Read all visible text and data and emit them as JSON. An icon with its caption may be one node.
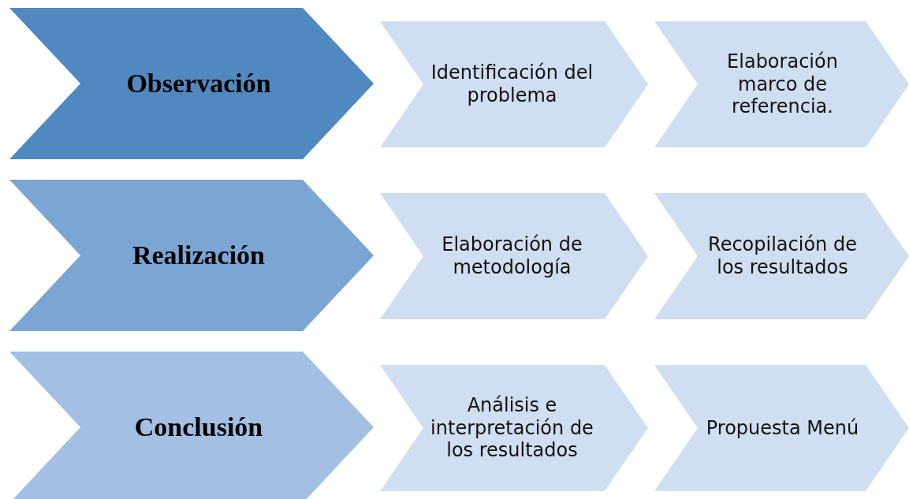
{
  "diagram": {
    "nodes": [
      {
        "text": [
          "Observación"
        ]
      },
      {
        "text": [
          "Identificación del problema"
        ]
      },
      {
        "text": [
          "Elaboración marco de referencia."
        ]
      },
      {
        "text": [
          "Realización"
        ]
      },
      {
        "text": [
          "Elaboración de metodología"
        ]
      },
      {
        "text": [
          "Recopilación de los resultados"
        ]
      },
      {
        "text": [
          "Conclusión"
        ]
      },
      {
        "text": [
          "Análisis e interpretación de los resultados"
        ]
      },
      {
        "text": [
          "Propuesta Menú"
        ]
      }
    ]
  }
}
